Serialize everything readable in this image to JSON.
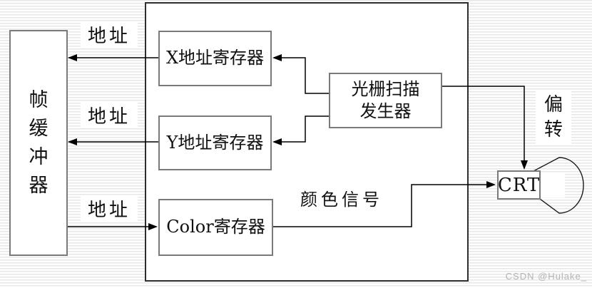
{
  "diagram": {
    "title_semantic": "raster-scan-display-system-block-diagram",
    "colors": {
      "background_stripe": "#e7e7e7",
      "node_border": "#7a7a7a",
      "outer_border": "#2e2e2e",
      "wire": "#000000",
      "watermark": "#b3b3b3"
    },
    "nodes": {
      "frame_buffer": {
        "label": "帧缓冲器",
        "chars": [
          "帧",
          "缓",
          "冲",
          "器"
        ]
      },
      "x_register": {
        "label": "X地址寄存器"
      },
      "y_register": {
        "label": "Y地址寄存器"
      },
      "color_register": {
        "label": "Color寄存器"
      },
      "raster_generator": {
        "line1": "光栅扫描",
        "line2": "发生器"
      },
      "crt": {
        "label": "CRT"
      }
    },
    "edge_labels": {
      "address_top": "地址",
      "address_middle": "地址",
      "address_bottom": "地址",
      "color_signal": "颜色信号",
      "deflection_char1": "偏",
      "deflection_char2": "转"
    },
    "watermark": "CSDN @Hulake_"
  }
}
